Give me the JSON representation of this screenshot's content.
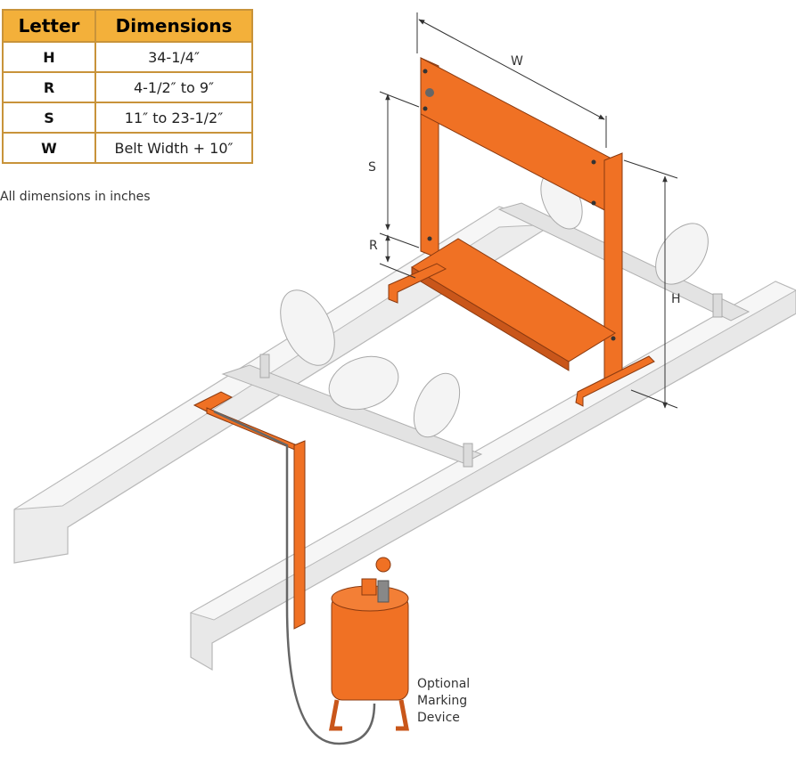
{
  "table": {
    "headers": [
      "Letter",
      "Dimensions"
    ],
    "rows": [
      {
        "letter": "H",
        "value": "34-1/4″"
      },
      {
        "letter": "R",
        "value": "4-1/2″ to 9″"
      },
      {
        "letter": "S",
        "value": "11″ to 23-1/2″"
      },
      {
        "letter": "W",
        "value": "Belt Width + 10″"
      }
    ],
    "note": "All dimensions in inches"
  },
  "diagram": {
    "dimension_labels": {
      "w": "W",
      "s": "S",
      "r": "R",
      "h": "H"
    },
    "callout": {
      "line1": "Optional",
      "line2": "Marking",
      "line3": "Device"
    },
    "colors": {
      "orange": "#f07124",
      "orange_dark": "#c9561a",
      "stringer": "#ececec",
      "stringer_edge": "#b8b8b8",
      "roller": "#f4f4f4"
    }
  }
}
